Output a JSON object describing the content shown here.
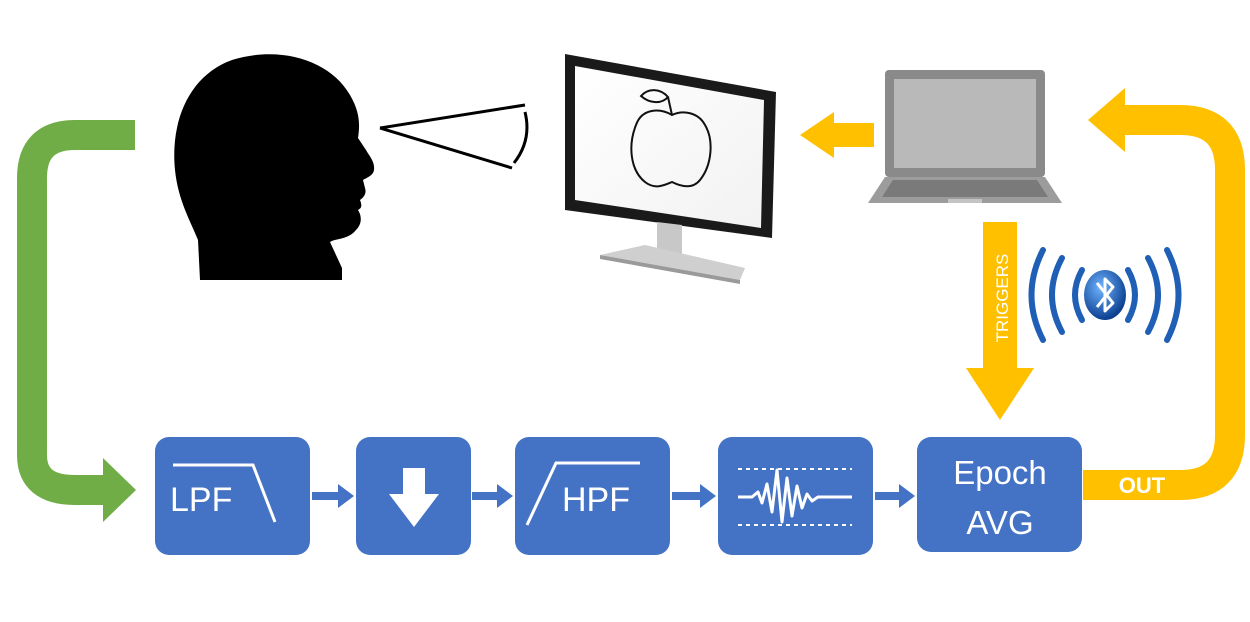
{
  "blocks": {
    "lpf_label": "LPF",
    "hpf_label": "HPF",
    "epoch_line1": "Epoch",
    "epoch_line2": "AVG"
  },
  "arrows": {
    "triggers_label": "TRIGGERS",
    "out_label": "OUT"
  },
  "colors": {
    "block": "#4472C4",
    "feedback_arrow": "#FFC000",
    "signal_arrow": "#70AD47",
    "silhouette": "#000000",
    "bluetooth": "#1F5FB5"
  },
  "icons": {
    "head": "head-silhouette-icon",
    "monitor": "monitor-icon",
    "stimulus": "apple-icon",
    "laptop": "laptop-icon",
    "wireless": "bluetooth-icon",
    "downsample": "down-arrow-icon",
    "waveform": "waveform-icon"
  }
}
